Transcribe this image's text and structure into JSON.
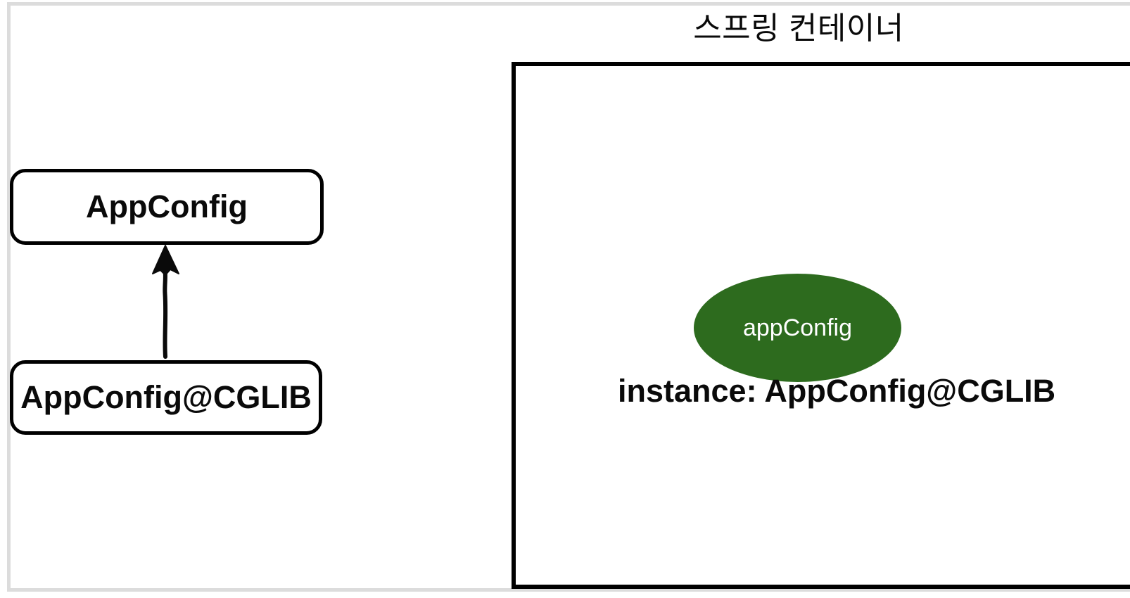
{
  "diagram": {
    "title": "스프링 컨테이너",
    "class_boxes": {
      "app_config": {
        "label": "AppConfig"
      },
      "app_config_cglib": {
        "label": "AppConfig@CGLIB"
      }
    },
    "relation": {
      "type": "extends-arrow",
      "from": "AppConfig@CGLIB",
      "to": "AppConfig"
    },
    "spring_container": {
      "bean": {
        "name": "appConfig"
      },
      "instance_label": "instance: AppConfig@CGLIB"
    },
    "colors": {
      "bean_fill": "#2d6b1e",
      "bean_text": "#ffffff",
      "shape_border": "#000000",
      "frame_border": "#dcdcdc",
      "background": "#ffffff"
    }
  }
}
